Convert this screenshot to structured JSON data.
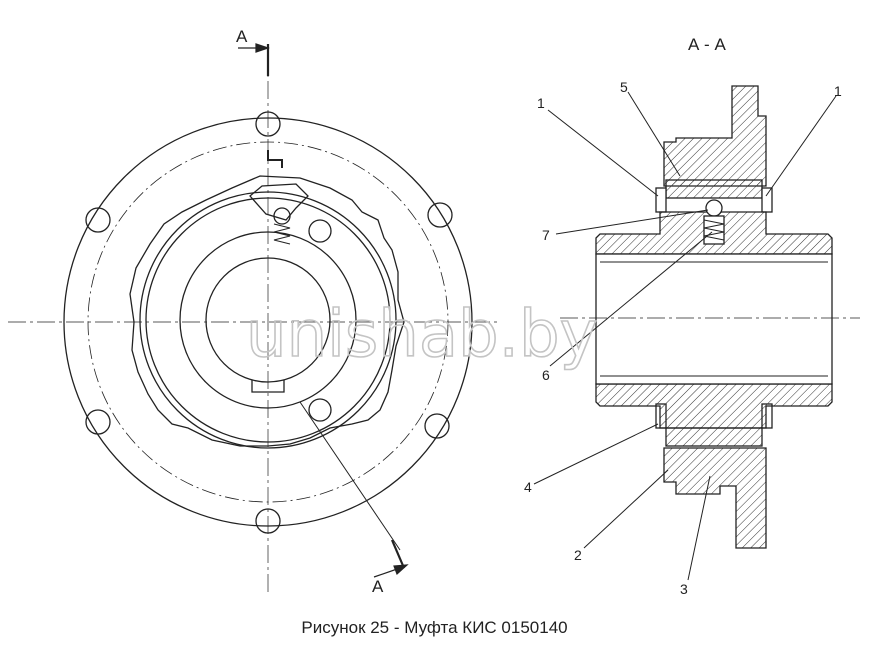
{
  "caption": "Рисунок 25 - Муфта КИС 0150140",
  "section_title": "А - А",
  "section_marks": {
    "top": "А",
    "bottom": "А"
  },
  "callouts": {
    "p1_left": "1",
    "p1_right": "1",
    "p2": "2",
    "p3": "3",
    "p4": "4",
    "p5": "5",
    "p6": "6",
    "p7": "7"
  },
  "watermark": "unishab.by"
}
